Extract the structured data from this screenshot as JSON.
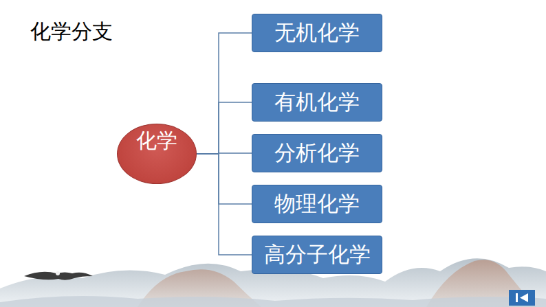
{
  "diagram": {
    "title": "化学分支",
    "nodes": [
      {
        "text": [
          "化学"
        ]
      },
      {
        "text": [
          "无机化学"
        ]
      },
      {
        "text": [
          "有机化学"
        ]
      },
      {
        "text": [
          "分析化学"
        ]
      },
      {
        "text": [
          "物理化学"
        ]
      },
      {
        "text": [
          "高分子化学"
        ]
      }
    ],
    "edges": [
      {
        "from": 0,
        "to": 1,
        "arrow": "none"
      },
      {
        "from": 0,
        "to": 2,
        "arrow": "none"
      },
      {
        "from": 0,
        "to": 3,
        "arrow": "none"
      },
      {
        "from": 0,
        "to": 4,
        "arrow": "none"
      },
      {
        "from": 0,
        "to": 5,
        "arrow": "none"
      }
    ]
  }
}
